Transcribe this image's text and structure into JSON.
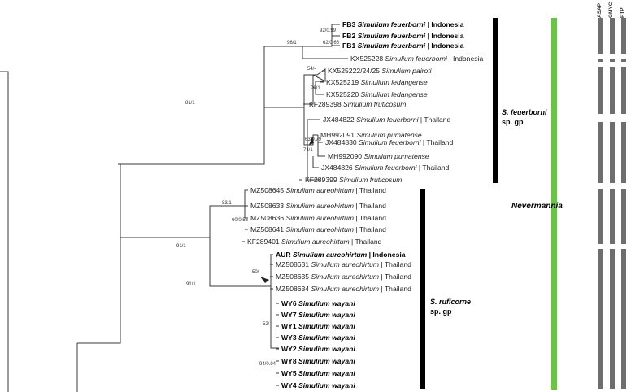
{
  "leaves": [
    {
      "id": "FB3",
      "bold": true,
      "species": "Simulium feuerborni",
      "locality": "Indonesia"
    },
    {
      "id": "FB2",
      "bold": true,
      "species": "Simulium feuerborni",
      "locality": "Indonesia"
    },
    {
      "id": "FB1",
      "bold": true,
      "species": "Simulium feuerborni",
      "locality": "Indonesia"
    },
    {
      "id": "KX525228",
      "bold": false,
      "species": "Simulium feuerborni",
      "locality": "Indonesia"
    },
    {
      "id": "KX525222/24/25",
      "bold": false,
      "species": "Simulium pairoti",
      "locality": ""
    },
    {
      "id": "KX525219",
      "bold": false,
      "species": "Simulium ledangense",
      "locality": ""
    },
    {
      "id": "KX525220",
      "bold": false,
      "species": "Simulium ledangense",
      "locality": ""
    },
    {
      "id": "KF289398",
      "bold": false,
      "species": "Simulium fruticosum",
      "locality": ""
    },
    {
      "id": "JX484822",
      "bold": false,
      "species": "Simulium feuerborni",
      "locality": "Thailand"
    },
    {
      "id": "MH992091",
      "bold": false,
      "species": "Simulium pumatense",
      "locality": ""
    },
    {
      "id": "JX484830",
      "bold": false,
      "species": "Simulium feuerborni",
      "locality": "Thailand"
    },
    {
      "id": "MH992090",
      "bold": false,
      "species": "Simulium pumatense",
      "locality": ""
    },
    {
      "id": "JX484826",
      "bold": false,
      "species": "Simulium feuerborni",
      "locality": "Thailand"
    },
    {
      "id": "KF289399",
      "bold": false,
      "species": "Simulium fruticosum",
      "locality": ""
    },
    {
      "id": "MZ508645",
      "bold": false,
      "species": "Simulium aureohirtum",
      "locality": "Thailand"
    },
    {
      "id": "MZ508633",
      "bold": false,
      "species": "Simulium aureohirtum",
      "locality": "Thailand"
    },
    {
      "id": "MZ508636",
      "bold": false,
      "species": "Simulium aureohirtum",
      "locality": "Thailand"
    },
    {
      "id": "MZ508641",
      "bold": false,
      "species": "Simulium aureohirtum",
      "locality": "Thailand"
    },
    {
      "id": "KF289401",
      "bold": false,
      "species": "Simulium aureohirtum",
      "locality": "Thailand"
    },
    {
      "id": "AUR",
      "bold": true,
      "species": "Simulium aureohirtum",
      "locality": "Indonesia"
    },
    {
      "id": "MZ508631",
      "bold": false,
      "species": "Simulium aureohirtum",
      "locality": "Thailand"
    },
    {
      "id": "MZ508635",
      "bold": false,
      "species": "Simulium aureohirtum",
      "locality": "Thailand"
    },
    {
      "id": "MZ508634",
      "bold": false,
      "species": "Simulium aureohirtum",
      "locality": "Thailand"
    },
    {
      "id": "WY6",
      "bold": true,
      "species": "Simulium wayani",
      "locality": ""
    },
    {
      "id": "WY7",
      "bold": true,
      "species": "Simulium wayani",
      "locality": ""
    },
    {
      "id": "WY1",
      "bold": true,
      "species": "Simulium wayani",
      "locality": ""
    },
    {
      "id": "WY3",
      "bold": true,
      "species": "Simulium wayani",
      "locality": ""
    },
    {
      "id": "WY2",
      "bold": true,
      "species": "Simulium wayani",
      "locality": ""
    },
    {
      "id": "WY8",
      "bold": true,
      "species": "Simulium wayani",
      "locality": ""
    },
    {
      "id": "WY5",
      "bold": true,
      "species": "Simulium wayani",
      "locality": ""
    },
    {
      "id": "WY4",
      "bold": true,
      "species": "Simulium wayani",
      "locality": ""
    }
  ],
  "support_values": [
    "92/0.99",
    "62/0.66",
    "96/1",
    "54/-",
    "99/1",
    "81/1",
    "63/0.79",
    "74/1",
    "83/1",
    "60/0.55",
    "91/1",
    "50/-",
    "91/1",
    "52/-",
    "94/0.94"
  ],
  "groups": {
    "feuerborni": {
      "name": "S. feuerborni",
      "suffix": "sp. gp"
    },
    "ruficorne": {
      "name": "S. ruficorne",
      "suffix": "sp. gp"
    },
    "subgenus": "Nevermannia"
  },
  "methods": [
    "ASAP",
    "GMYC",
    "PTP"
  ],
  "colors": {
    "subgenus_bar": "#6cc24a",
    "group_bar": "#000000",
    "delim_bar": "#6e6e6e"
  }
}
